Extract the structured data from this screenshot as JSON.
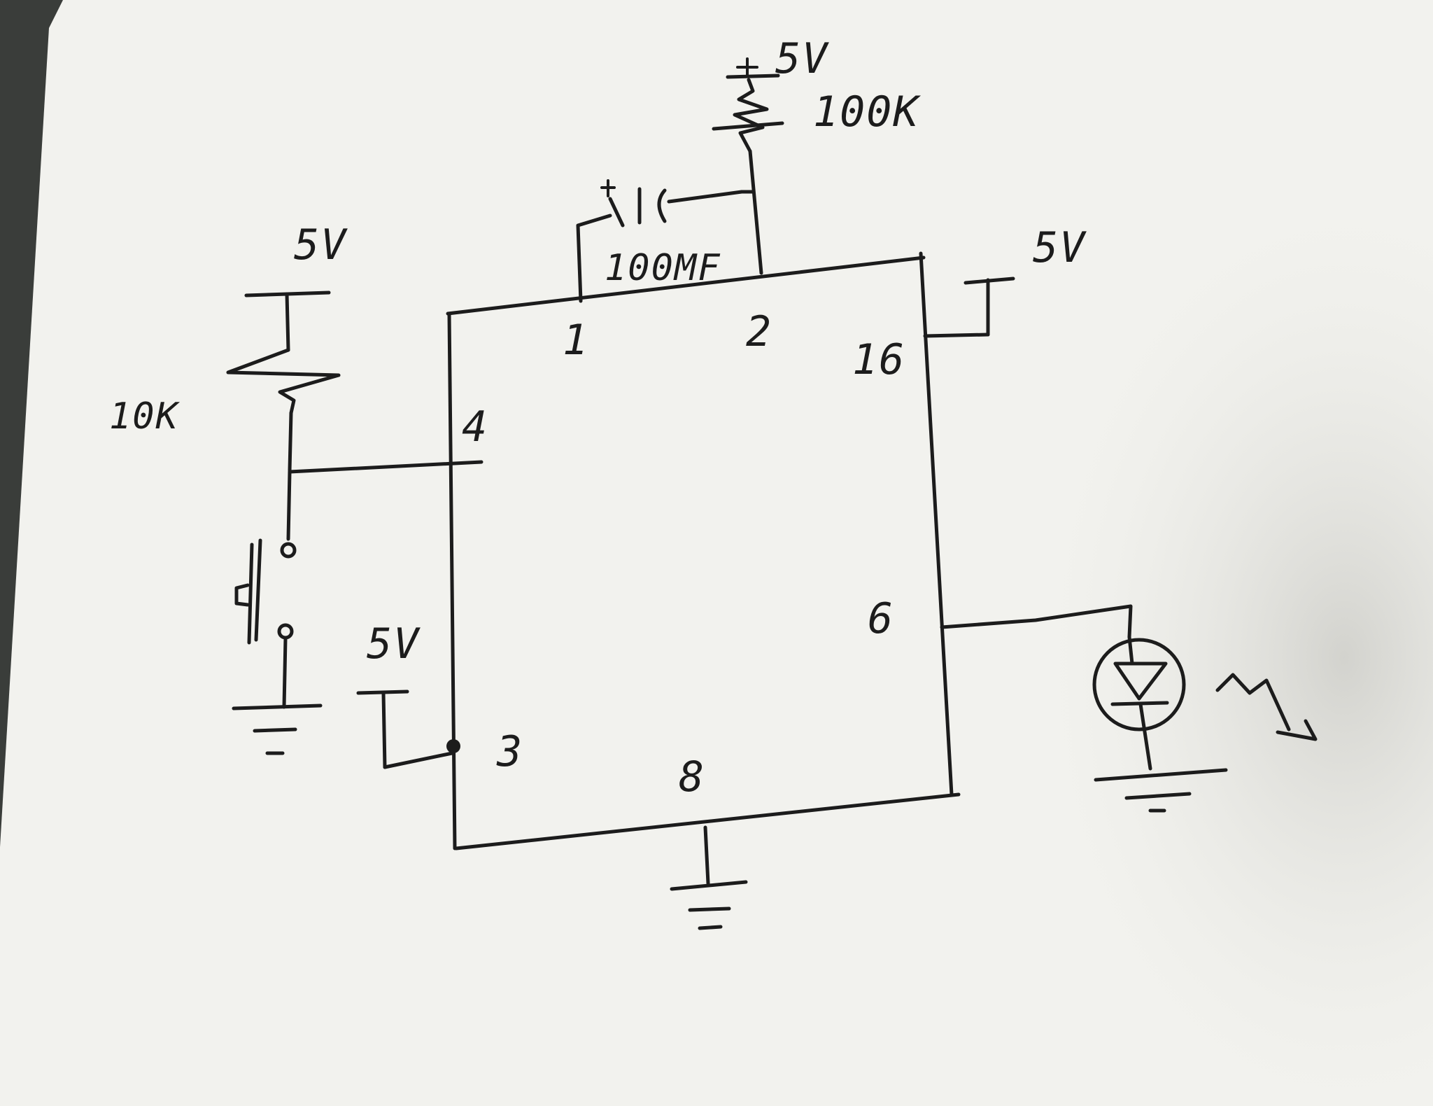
{
  "labels": {
    "supply_top": "5V",
    "resistor_top": "100K",
    "capacitor": "100MF",
    "capacitor_plus": "+",
    "supply_left": "5V",
    "resistor_left": "10K",
    "supply_right": "5V",
    "supply_pin3": "5V"
  },
  "pins": {
    "p1": "1",
    "p2": "2",
    "p16": "16",
    "p4": "4",
    "p6": "6",
    "p3": "3",
    "p8": "8"
  },
  "colors": {
    "paper": "#f3f3ef",
    "ink": "#1c1c1c",
    "background": "#d9d9d4"
  },
  "icons": {
    "switch": "push-button-switch-icon",
    "led": "led-icon",
    "ground": "ground-icon",
    "resistor": "resistor-icon",
    "capacitor": "polarized-capacitor-icon"
  }
}
